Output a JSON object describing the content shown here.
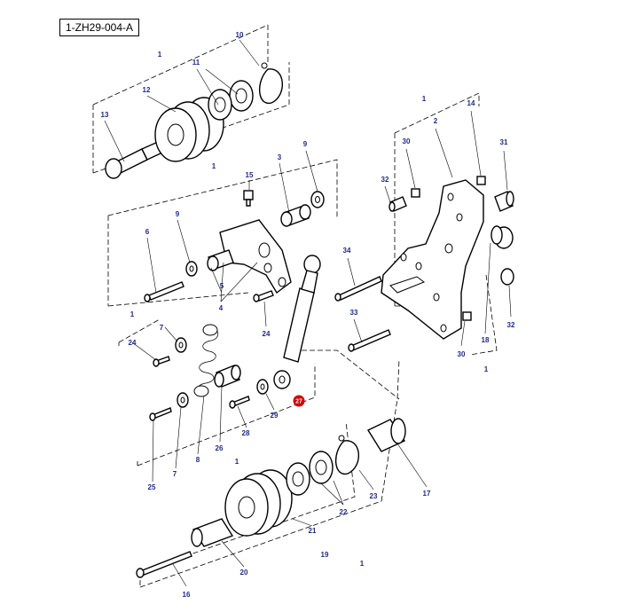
{
  "diagram": {
    "reference": "1-ZH29-004-A",
    "callouts": [
      {
        "id": "c1a",
        "label": "1"
      },
      {
        "id": "c10",
        "label": "10"
      },
      {
        "id": "c11",
        "label": "11"
      },
      {
        "id": "c12",
        "label": "12"
      },
      {
        "id": "c13",
        "label": "13"
      },
      {
        "id": "c1b",
        "label": "1"
      },
      {
        "id": "c15",
        "label": "15"
      },
      {
        "id": "c3",
        "label": "3"
      },
      {
        "id": "c9a",
        "label": "9"
      },
      {
        "id": "c9b",
        "label": "9"
      },
      {
        "id": "c6",
        "label": "6"
      },
      {
        "id": "c5",
        "label": "5"
      },
      {
        "id": "c4",
        "label": "4"
      },
      {
        "id": "c1c",
        "label": "1"
      },
      {
        "id": "c24a",
        "label": "24"
      },
      {
        "id": "c7a",
        "label": "7"
      },
      {
        "id": "c24b",
        "label": "24"
      },
      {
        "id": "c26",
        "label": "26"
      },
      {
        "id": "c28",
        "label": "28"
      },
      {
        "id": "c29",
        "label": "29"
      },
      {
        "id": "c8",
        "label": "8"
      },
      {
        "id": "c7b",
        "label": "7"
      },
      {
        "id": "c25",
        "label": "25"
      },
      {
        "id": "c1d",
        "label": "1"
      },
      {
        "id": "c1e",
        "label": "1"
      },
      {
        "id": "c2",
        "label": "2"
      },
      {
        "id": "c14",
        "label": "14"
      },
      {
        "id": "c30a",
        "label": "30"
      },
      {
        "id": "c31",
        "label": "31"
      },
      {
        "id": "c32a",
        "label": "32"
      },
      {
        "id": "c34",
        "label": "34"
      },
      {
        "id": "c33",
        "label": "33"
      },
      {
        "id": "c18",
        "label": "18"
      },
      {
        "id": "c32b",
        "label": "32"
      },
      {
        "id": "c30b",
        "label": "30"
      },
      {
        "id": "c1f",
        "label": "1"
      },
      {
        "id": "c17",
        "label": "17"
      },
      {
        "id": "c23",
        "label": "23"
      },
      {
        "id": "c22",
        "label": "22"
      },
      {
        "id": "c21",
        "label": "21"
      },
      {
        "id": "c19",
        "label": "19"
      },
      {
        "id": "c20",
        "label": "20"
      },
      {
        "id": "c16",
        "label": "16"
      },
      {
        "id": "c1g",
        "label": "1"
      }
    ],
    "highlighted": {
      "label": "27",
      "color": "#d40000"
    },
    "label_color": "#1f2a8a"
  }
}
